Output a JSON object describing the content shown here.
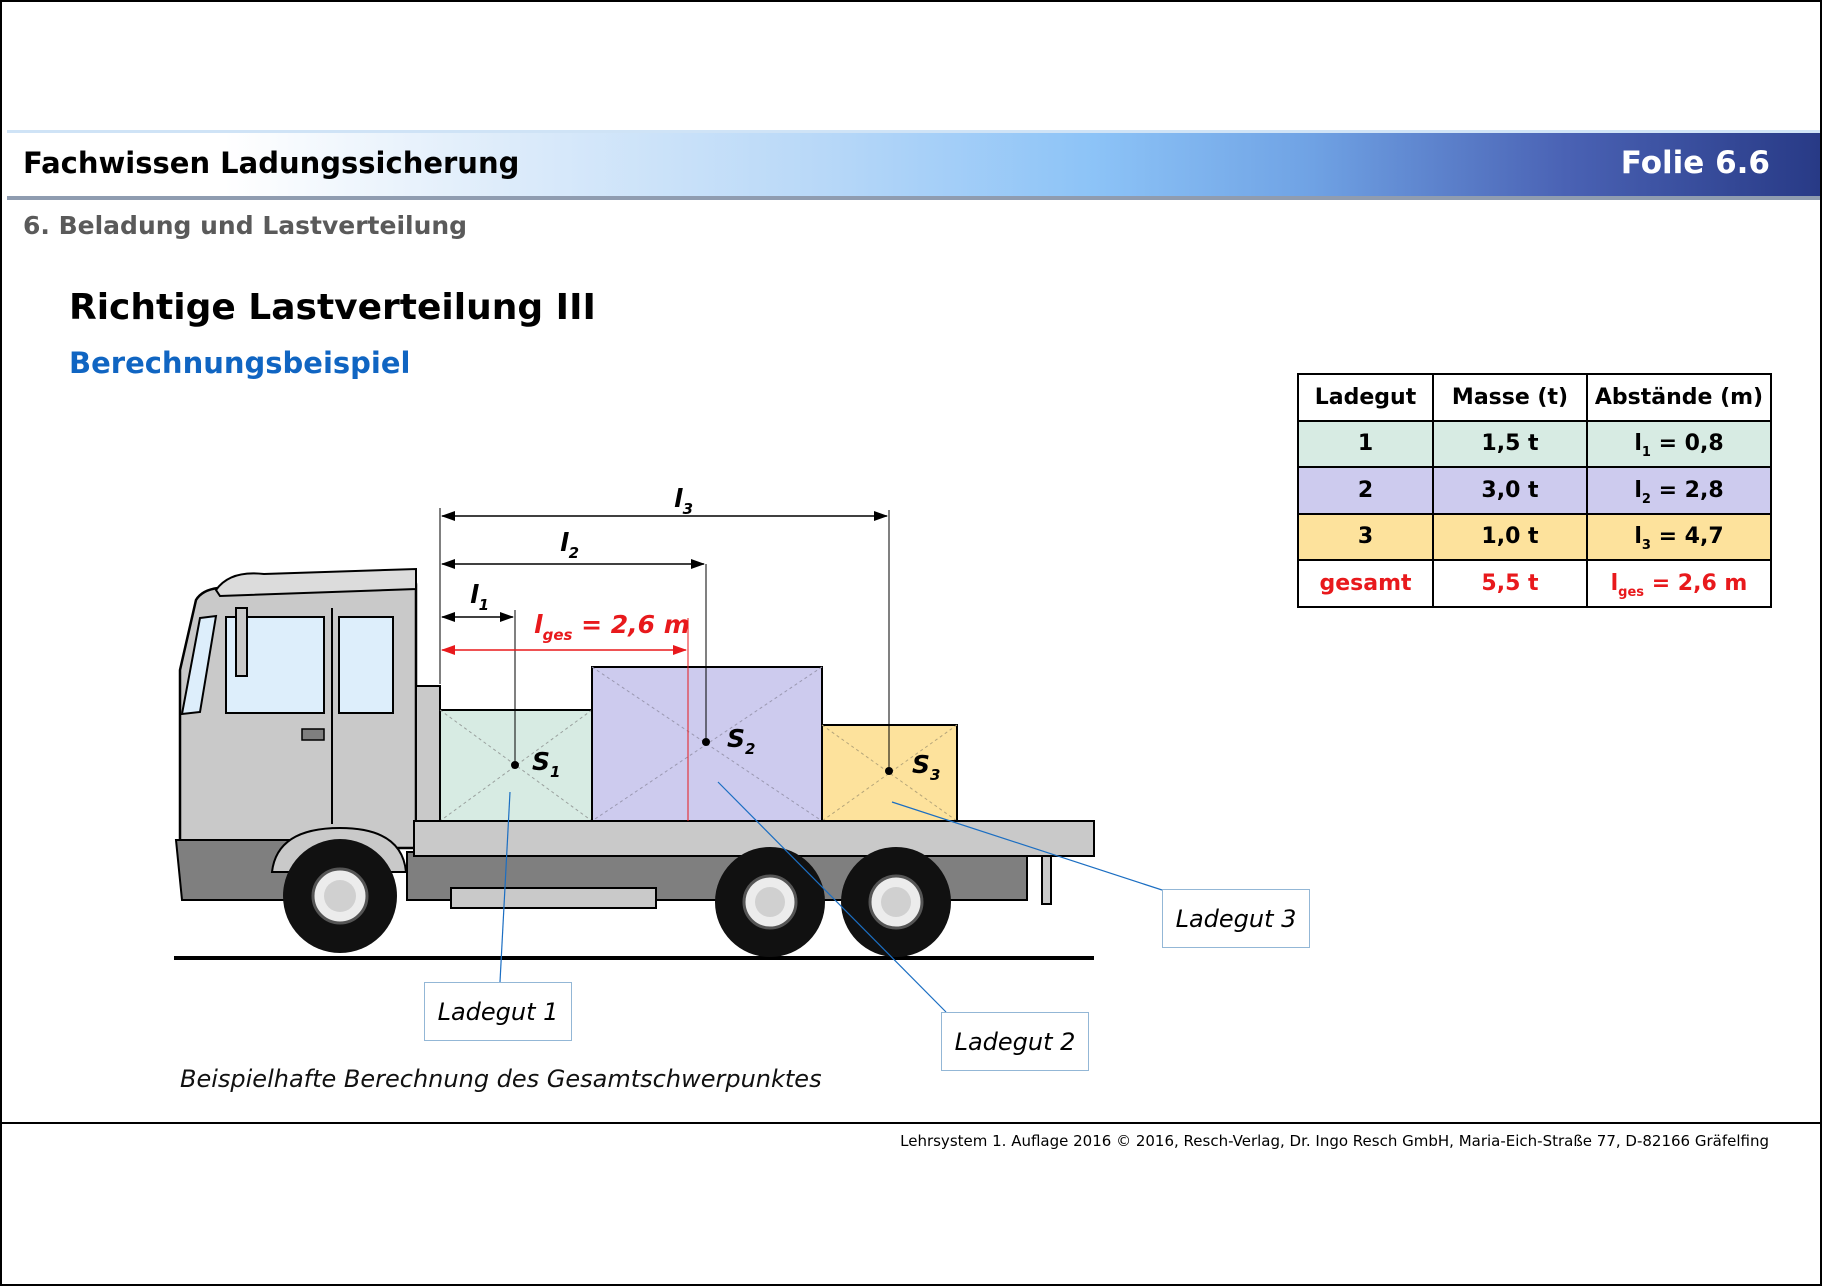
{
  "header": {
    "title": "Fachwissen Ladungssicherung",
    "folie": "Folie 6.6",
    "section": "6. Beladung und Lastverteilung"
  },
  "slide": {
    "title": "Richtige Lastverteilung III",
    "subtitle": "Berechnungsbeispiel"
  },
  "diagram": {
    "dimensions": [
      {
        "symbol": "l",
        "sub": "1"
      },
      {
        "symbol": "l",
        "sub": "2"
      },
      {
        "symbol": "l",
        "sub": "3"
      }
    ],
    "ges_symbol": "l",
    "ges_sub": "ges",
    "ges_value": " = 2,6 m",
    "centers": [
      {
        "symbol": "S",
        "sub": "1"
      },
      {
        "symbol": "S",
        "sub": "2"
      },
      {
        "symbol": "S",
        "sub": "3"
      }
    ],
    "labels": [
      "Ladegut 1",
      "Ladegut 2",
      "Ladegut 3"
    ],
    "caption": "Beispielhafte Berechnung des Gesamtschwerpunktes",
    "colors": {
      "cargo1": "#d7ebe3",
      "cargo2": "#cdcbee",
      "cargo3": "#fde29c",
      "highlight": "#e8191c",
      "leader": "#1b6ec2"
    }
  },
  "table": {
    "headers": [
      "Ladegut",
      "Masse (t)",
      "Abstände (m)"
    ],
    "rows": [
      {
        "ladegut": "1",
        "masse": "1,5 t",
        "abst_sym": "l",
        "abst_sub": "1",
        "abst_val": " = 0,8"
      },
      {
        "ladegut": "2",
        "masse": "3,0 t",
        "abst_sym": "l",
        "abst_sub": "2",
        "abst_val": " = 2,8"
      },
      {
        "ladegut": "3",
        "masse": "1,0 t",
        "abst_sym": "l",
        "abst_sub": "3",
        "abst_val": " = 4,7"
      }
    ],
    "total": {
      "ladegut": "gesamt",
      "masse": "5,5 t",
      "abst_sym": "l",
      "abst_sub": "ges",
      "abst_val": " = 2,6 m"
    }
  },
  "footer": "Lehrsystem 1. Auflage 2016 © 2016, Resch-Verlag, Dr. Ingo Resch GmbH, Maria-Eich-Straße 77, D-82166 Gräfelfing"
}
